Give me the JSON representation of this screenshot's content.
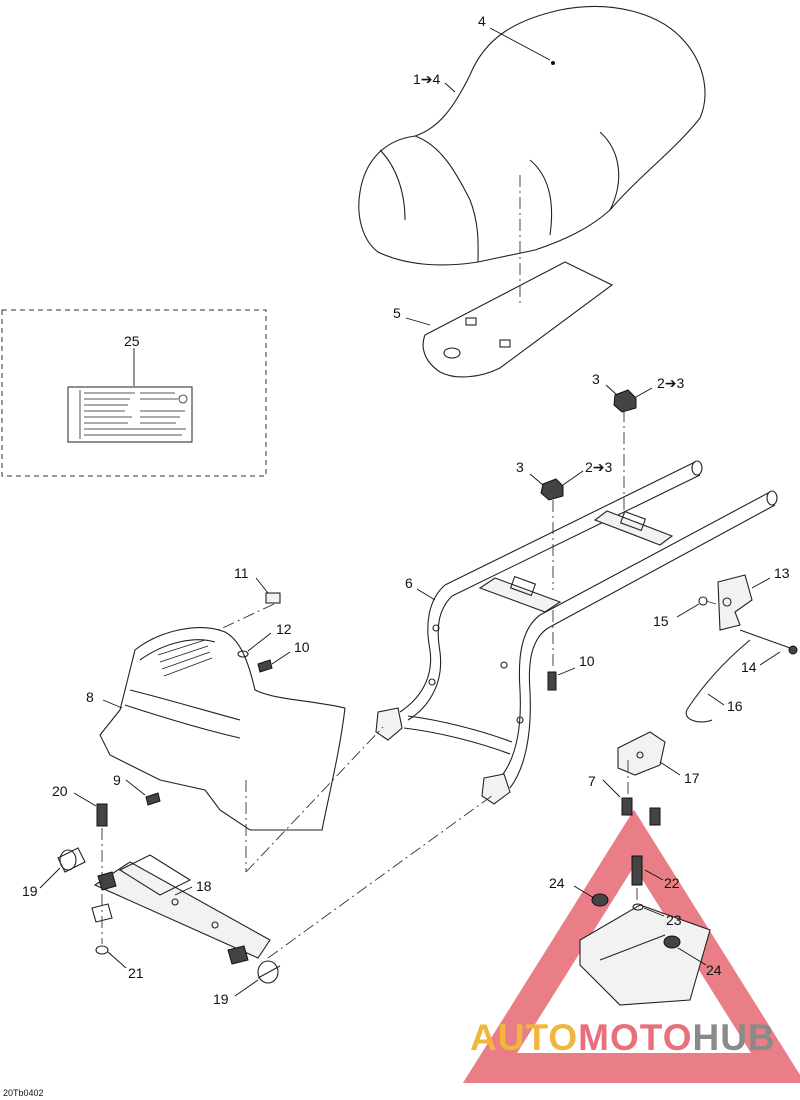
{
  "diagram_code": "20Tb0402",
  "callouts": [
    {
      "id": "c4",
      "text": "4"
    },
    {
      "id": "c1-4",
      "text": "1➔4"
    },
    {
      "id": "c5",
      "text": "5"
    },
    {
      "id": "c25",
      "text": "25"
    },
    {
      "id": "c3a",
      "text": "3"
    },
    {
      "id": "c2-3a",
      "text": "2➔3"
    },
    {
      "id": "c3b",
      "text": "3"
    },
    {
      "id": "c2-3b",
      "text": "2➔3"
    },
    {
      "id": "c6",
      "text": "6"
    },
    {
      "id": "c11",
      "text": "11"
    },
    {
      "id": "c12",
      "text": "12"
    },
    {
      "id": "c10a",
      "text": "10"
    },
    {
      "id": "c10b",
      "text": "10"
    },
    {
      "id": "c13",
      "text": "13"
    },
    {
      "id": "c15",
      "text": "15"
    },
    {
      "id": "c14",
      "text": "14"
    },
    {
      "id": "c16",
      "text": "16"
    },
    {
      "id": "c8",
      "text": "8"
    },
    {
      "id": "c9",
      "text": "9"
    },
    {
      "id": "c7",
      "text": "7"
    },
    {
      "id": "c17",
      "text": "17"
    },
    {
      "id": "c20",
      "text": "20"
    },
    {
      "id": "c18",
      "text": "18"
    },
    {
      "id": "c19a",
      "text": "19"
    },
    {
      "id": "c19b",
      "text": "19"
    },
    {
      "id": "c21",
      "text": "21"
    },
    {
      "id": "c22",
      "text": "22"
    },
    {
      "id": "c23",
      "text": "23"
    },
    {
      "id": "c24a",
      "text": "24"
    },
    {
      "id": "c24b",
      "text": "24"
    }
  ],
  "watermark": {
    "part1": "AUTO",
    "part2": "MOTO",
    "part3": "HUB",
    "color1": "#f0b63e",
    "color2": "#e8707a",
    "color3": "#8a8a8a"
  }
}
